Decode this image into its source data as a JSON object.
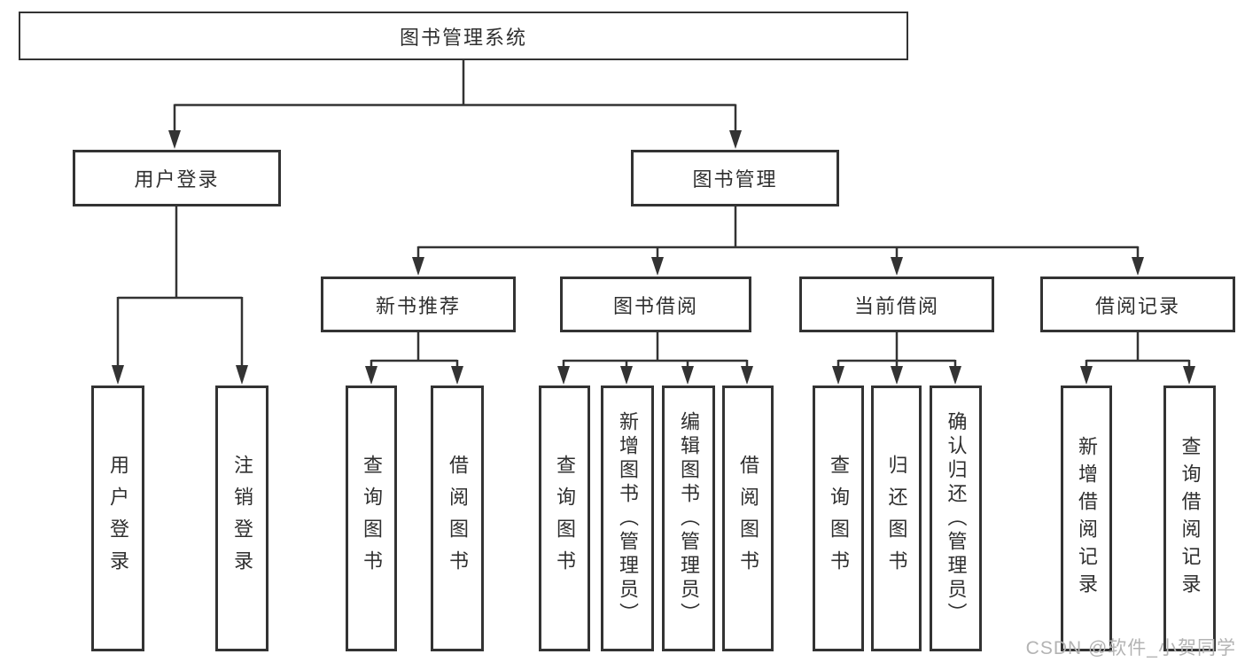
{
  "colors": {
    "line": "#333333",
    "border": "#333333",
    "text": "#2f2f2f",
    "watermark": "#b3b3b3",
    "background": "#ffffff"
  },
  "root": {
    "label": "图书管理系统"
  },
  "level2": [
    {
      "label": "用户登录"
    },
    {
      "label": "图书管理"
    }
  ],
  "level3": [
    {
      "label": "新书推荐"
    },
    {
      "label": "图书借阅"
    },
    {
      "label": "当前借阅"
    },
    {
      "label": "借阅记录"
    }
  ],
  "leaves": [
    {
      "label": "用户登录",
      "parent": "用户登录"
    },
    {
      "label": "注销登录",
      "parent": "用户登录"
    },
    {
      "label": "查询图书",
      "parent": "新书推荐"
    },
    {
      "label": "借阅图书",
      "parent": "新书推荐"
    },
    {
      "label": "查询图书",
      "parent": "图书借阅"
    },
    {
      "label": "新增图书（管理员）",
      "parent": "图书借阅"
    },
    {
      "label": "编辑图书（管理员）",
      "parent": "图书借阅"
    },
    {
      "label": "借阅图书",
      "parent": "图书借阅"
    },
    {
      "label": "查询图书",
      "parent": "当前借阅"
    },
    {
      "label": "归还图书",
      "parent": "当前借阅"
    },
    {
      "label": "确认归还（管理员）",
      "parent": "当前借阅"
    },
    {
      "label": "新增借阅记录",
      "parent": "借阅记录"
    },
    {
      "label": "查询借阅记录",
      "parent": "借阅记录"
    }
  ],
  "watermark": "CSDN @软件_小贺同学"
}
